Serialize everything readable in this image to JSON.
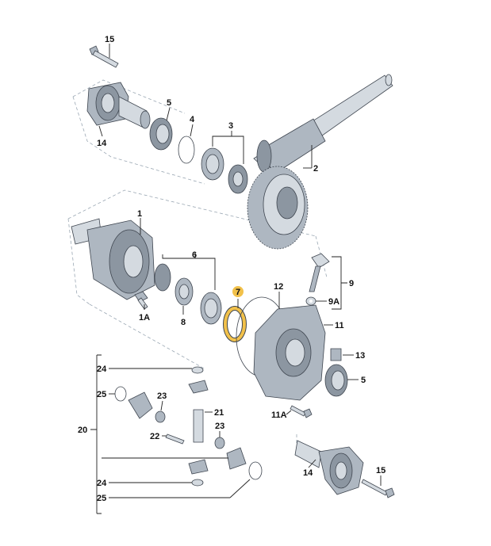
{
  "diagram": {
    "labels": {
      "p15_top": "15",
      "p14_top": "14",
      "p5_top": "5",
      "p4": "4",
      "p3": "3",
      "p2": "2",
      "p1": "1",
      "p6": "6",
      "p7": "7",
      "p1A": "1A",
      "p8": "8",
      "p12": "12",
      "p9": "9",
      "p9A": "9A",
      "p11": "11",
      "p13": "13",
      "p5_bottom": "5",
      "p11A": "11A",
      "p24_top": "24",
      "p25_top": "25",
      "p23_top": "23",
      "p21": "21",
      "p20": "20",
      "p22": "22",
      "p23_bottom": "23",
      "p24_bottom": "24",
      "p25_bottom": "25",
      "p14_bottom": "14",
      "p15_bottom": "15"
    },
    "highlight_color": "#f2c14a"
  }
}
